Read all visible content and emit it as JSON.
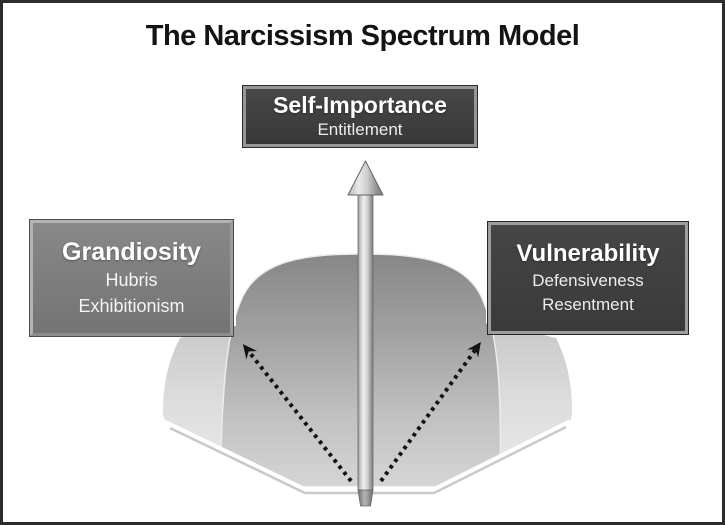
{
  "title": "The Narcissism Spectrum Model",
  "boxes": {
    "top": {
      "label": "Self-Importance",
      "sub1": "Entitlement"
    },
    "left": {
      "label": "Grandiosity",
      "sub1": "Hubris",
      "sub2": "Exhibitionism"
    },
    "right": {
      "label": "Vulnerability",
      "sub1": "Defensiveness",
      "sub2": "Resentment"
    }
  },
  "colors": {
    "frame": "#2c2c2c",
    "box_dark": "#3e3e3e",
    "box_medium": "#7b7b7b",
    "box_border_light": "#b3b3b3",
    "text_light": "#ffffff",
    "dome_top": "#878787",
    "dome_bottom": "#d6d6d6",
    "fan_top": "#bfbfbf",
    "fan_bottom": "#ececec",
    "metal_arrow_light": "#f1f1f1",
    "metal_arrow_dark": "#7c7c7c",
    "dotted_arrow": "#121212"
  }
}
